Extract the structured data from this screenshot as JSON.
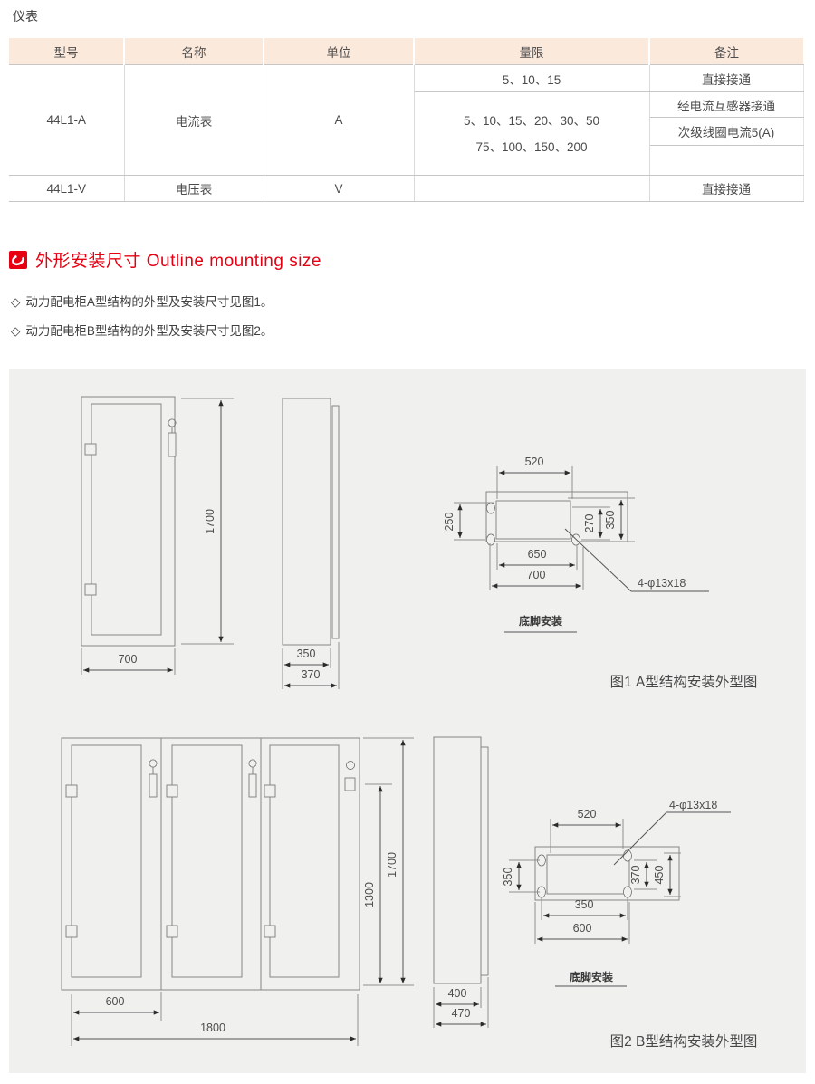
{
  "page": {
    "label": "仪表"
  },
  "colors": {
    "accent_red": "#e60012",
    "table_header_bg": "#fbe9dc",
    "panel_bg": "#f0f0ee",
    "drawing_line_gray": "#868686",
    "text_dark": "#404040"
  },
  "table": {
    "headers": [
      "型号",
      "名称",
      "单位",
      "量限",
      "备注"
    ],
    "ammeter": {
      "model": "44L1-A",
      "name": "电流表",
      "unit": "A",
      "range_direct": "5、10、15",
      "range_ct_line1": "5、10、15、20、30、50",
      "range_ct_line2": "75、100、150、200",
      "note_direct": "直接接通",
      "note_ct": "经电流互感器接通",
      "note_secondary": "次级线圈电流5(A)"
    },
    "voltmeter": {
      "model": "44L1-V",
      "name": "电压表",
      "unit": "V",
      "note": "直接接通"
    }
  },
  "section": {
    "title": "外形安装尺寸 Outline mounting size"
  },
  "intro": {
    "marker": "◇",
    "items": [
      "动力配电柜A型结构的外型及安装尺寸见图1。",
      "动力配电柜B型结构的外型及安装尺寸见图2。"
    ]
  },
  "fig1": {
    "caption": "图1 A型结构安装外型图",
    "mount_label": "底脚安装",
    "holes_label": "4-φ13x18",
    "front_width": "700",
    "front_height": "1700",
    "side_width": "350",
    "side_depth": "370",
    "base_top_width": "520",
    "base_left_depth": "250",
    "base_hole_depth": "270",
    "base_depth": "350",
    "base_hole_width": "650",
    "base_width": "700"
  },
  "fig2": {
    "caption": "图2 B型结构安装外型图",
    "mount_label": "底脚安装",
    "holes_label": "4-φ13x18",
    "door_width": "600",
    "front_width": "1800",
    "door_height": "1300",
    "front_height": "1700",
    "side_width": "400",
    "side_depth": "470",
    "base_top_width": "520",
    "base_left_depth": "350",
    "base_hole_depth": "370",
    "base_depth": "450",
    "base_hole_width": "350",
    "base_width": "600"
  }
}
